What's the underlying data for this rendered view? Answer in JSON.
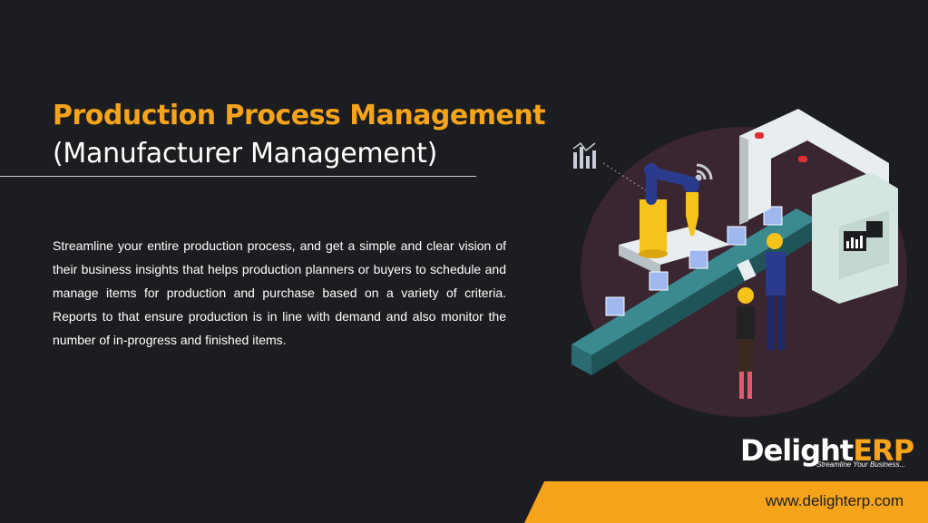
{
  "slide": {
    "title": "Production Process Management",
    "subtitle": "(Manufacturer Management)",
    "body": "Streamline your entire production process, and get a simple and clear vision of their business insights that helps production planners or buyers to schedule and manage items for production and purchase based on a variety of criteria. Reports to that ensure production is in line with demand and also monitor the number of in-progress and finished items."
  },
  "brand": {
    "name_part1": "Delight",
    "name_part2": "ERP",
    "tagline": "Streamline Your Business...",
    "website": "www.delighterp.com"
  },
  "colors": {
    "background": "#1b1d20",
    "accent": "#f5a31a",
    "text": "#ffffff",
    "illustration_blob": "#3a2631",
    "conveyor": "#3b8a90"
  },
  "icons": [
    "chart-icon",
    "wifi-icon",
    "robot-arm-icon",
    "worker-icon"
  ]
}
